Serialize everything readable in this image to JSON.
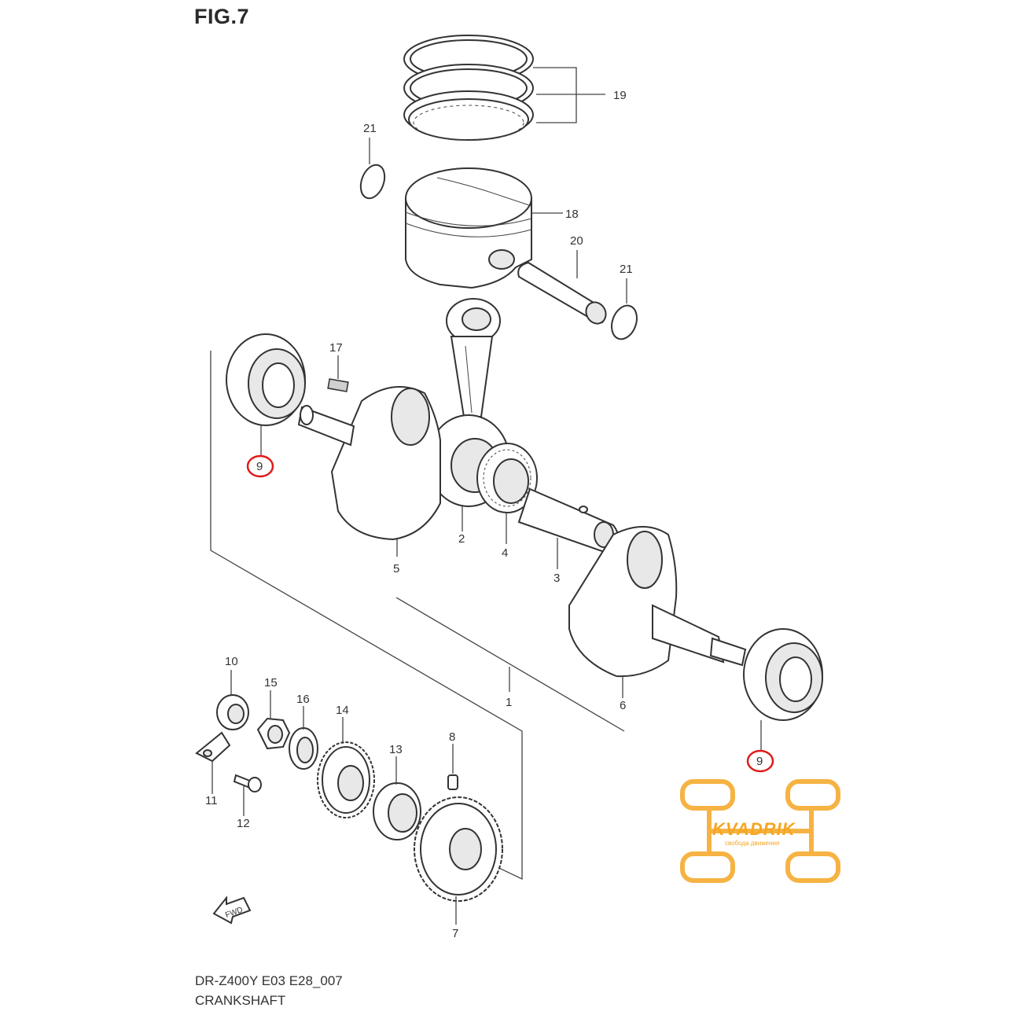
{
  "figure": {
    "title": "FIG.7"
  },
  "footer": {
    "model_code": "DR-Z400Y E03 E28_007",
    "assembly_name": "CRANKSHAFT"
  },
  "fwd_marker": "FWD",
  "callouts": [
    {
      "id": "19",
      "part": "piston-ring-set"
    },
    {
      "id": "21",
      "part": "piston-pin-circlip"
    },
    {
      "id": "18",
      "part": "piston"
    },
    {
      "id": "20",
      "part": "piston-pin"
    },
    {
      "id": "21",
      "part": "piston-pin-circlip"
    },
    {
      "id": "17",
      "part": "key"
    },
    {
      "id": "9",
      "part": "crankshaft-bearing",
      "highlighted": true
    },
    {
      "id": "2",
      "part": "connecting-rod"
    },
    {
      "id": "4",
      "part": "needle-bearing"
    },
    {
      "id": "3",
      "part": "crank-pin"
    },
    {
      "id": "5",
      "part": "left-crank-web"
    },
    {
      "id": "6",
      "part": "right-crank-web"
    },
    {
      "id": "1",
      "part": "crankshaft-assembly"
    },
    {
      "id": "9",
      "part": "crankshaft-bearing",
      "highlighted": true
    },
    {
      "id": "10",
      "part": "washer"
    },
    {
      "id": "15",
      "part": "nut"
    },
    {
      "id": "16",
      "part": "washer"
    },
    {
      "id": "14",
      "part": "drive-gear"
    },
    {
      "id": "13",
      "part": "bearing"
    },
    {
      "id": "8",
      "part": "pin"
    },
    {
      "id": "11",
      "part": "lock-plate"
    },
    {
      "id": "12",
      "part": "screw"
    },
    {
      "id": "7",
      "part": "balancer-drive-gear"
    }
  ],
  "highlight_color": "#e01b1b",
  "watermark": {
    "brand": "KVADRIK",
    "tagline": "свобода движения",
    "color": "#f5a623"
  }
}
